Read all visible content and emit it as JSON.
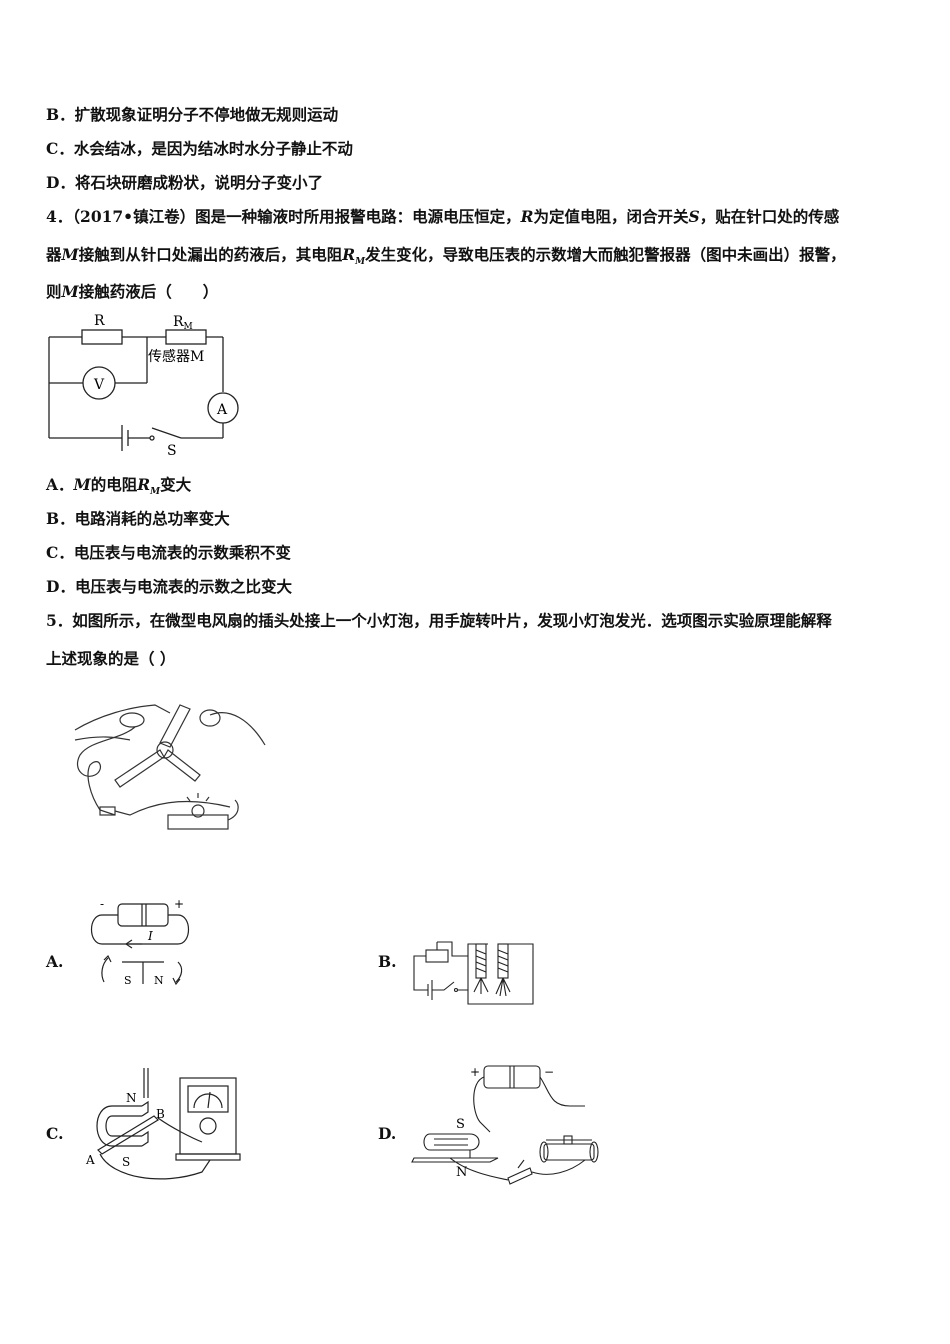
{
  "q3": {
    "optB": "B．扩散现象证明分子不停地做无规则运动",
    "optC": "C．水会结冰，是因为结冰时水分子静止不动",
    "optD": "D．将石块研磨成粉状，说明分子变小了"
  },
  "q4": {
    "stem_l1a": "4．（2017•镇江卷）图是一种输液时所用报警电路：电源电压恒定，",
    "stem_l1b": "R",
    "stem_l1c": "为定值电阻，闭合开关",
    "stem_l1d": "S",
    "stem_l1e": "，贴在针口处的传感",
    "stem_l2a": "器",
    "stem_l2b": "M",
    "stem_l2c": "接触到从针口处漏出的药液后，其电阻",
    "stem_l2d": "R",
    "stem_l2e": "M",
    "stem_l2f": "发生变化，导致电压表的示数增大而触犯警报器（图中未画出）报警，",
    "stem_l3a": "则",
    "stem_l3b": "M",
    "stem_l3c": "接触药液后（　　）",
    "circuit": {
      "R": "R",
      "RM_main": "R",
      "RM_sub": "M",
      "sensor": "传感器M",
      "V": "V",
      "A": "A",
      "S": "S"
    },
    "optA_a": "A．",
    "optA_b": "M",
    "optA_c": "的电阻",
    "optA_d": "R",
    "optA_e": "M",
    "optA_f": "变大",
    "optB": "B．电路消耗的总功率变大",
    "optC": "C．电压表与电流表的示数乘积不变",
    "optD": "D．电压表与电流表的示数之比变大"
  },
  "q5": {
    "stem_l1": "5．如图所示，在微型电风扇的插头处接上一个小灯泡，用手旋转叶片，发现小灯泡发光．选项图示实验原理能解释",
    "stem_l2": "上述现象的是（ ）",
    "optA": "A.",
    "optB": "B.",
    "optC": "C.",
    "optD": "D.",
    "figA": {
      "minus": "-",
      "plus": "+",
      "I": "I",
      "S": "S",
      "N": "N"
    },
    "figC": {
      "N1": "N",
      "B": "B",
      "A": "A",
      "S1": "S"
    },
    "figD": {
      "plus": "+",
      "minus": "−",
      "S": "S",
      "N": "N"
    }
  }
}
